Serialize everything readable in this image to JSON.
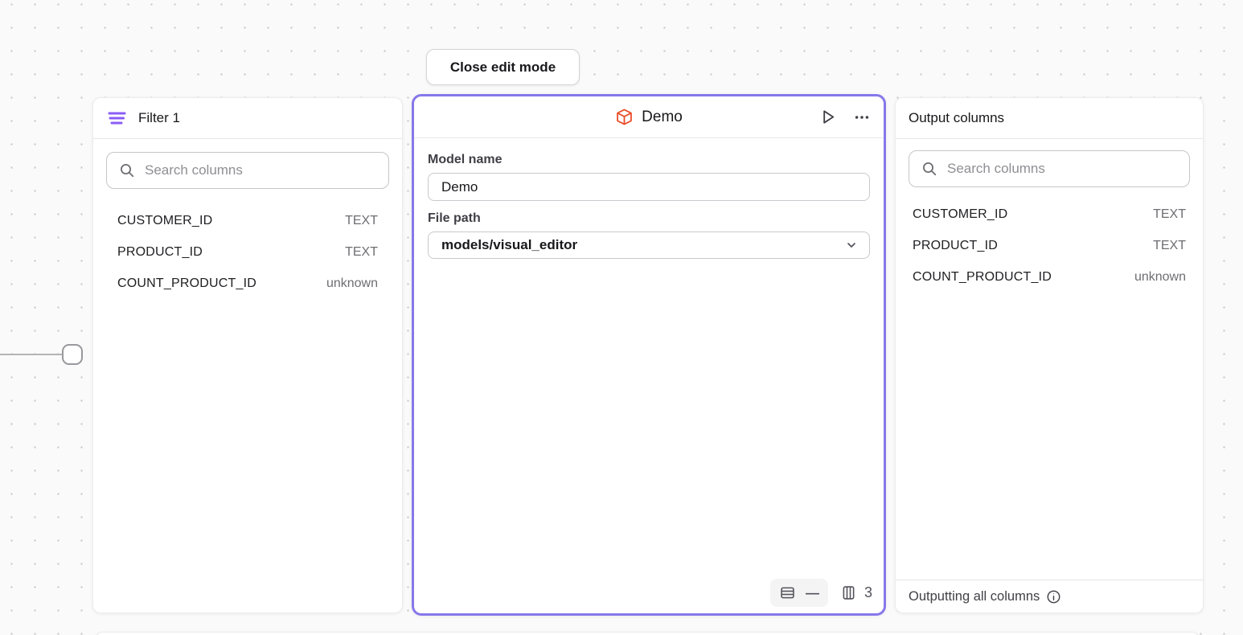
{
  "toolbar": {
    "close_edit_mode_label": "Close edit mode"
  },
  "colors": {
    "selected_border": "#8678ea",
    "filter_icon_purple": "#8b5cf6",
    "model_icon_orange": "#e8502c",
    "canvas_background": "#fafafa"
  },
  "filter_panel": {
    "title": "Filter 1",
    "search": {
      "placeholder": "Search columns"
    },
    "columns": [
      {
        "name": "CUSTOMER_ID",
        "type": "TEXT"
      },
      {
        "name": "PRODUCT_ID",
        "type": "TEXT"
      },
      {
        "name": "COUNT_PRODUCT_ID",
        "type": "unknown"
      }
    ]
  },
  "model_panel": {
    "title": "Demo",
    "fields": {
      "model_name_label": "Model name",
      "model_name_value": "Demo",
      "file_path_label": "File path",
      "file_path_value": "models/visual_editor"
    },
    "stats": {
      "row_count": "—",
      "column_count": "3"
    }
  },
  "output_panel": {
    "title": "Output columns",
    "search": {
      "placeholder": "Search columns"
    },
    "columns": [
      {
        "name": "CUSTOMER_ID",
        "type": "TEXT"
      },
      {
        "name": "PRODUCT_ID",
        "type": "TEXT"
      },
      {
        "name": "COUNT_PRODUCT_ID",
        "type": "unknown"
      }
    ],
    "footer": {
      "text": "Outputting all columns"
    }
  }
}
